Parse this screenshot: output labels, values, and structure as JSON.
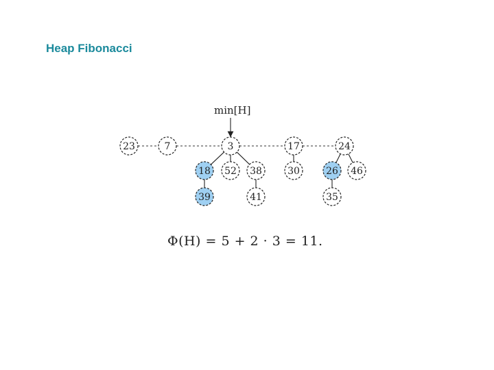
{
  "title": "Heap Fibonacci",
  "pointer_label": "min[H]",
  "formula": "Φ(H) = 5 + 2 · 3 = 11.",
  "colors": {
    "title": "#1b8a9c",
    "marked": "#9fd0f2",
    "unmarked": "#ffffff"
  },
  "roots": [
    "23",
    "7",
    "3",
    "17",
    "24"
  ],
  "nodes": [
    {
      "id": "n23",
      "key": "23",
      "marked": false
    },
    {
      "id": "n7",
      "key": "7",
      "marked": false
    },
    {
      "id": "n3",
      "key": "3",
      "marked": false
    },
    {
      "id": "n17",
      "key": "17",
      "marked": false
    },
    {
      "id": "n24",
      "key": "24",
      "marked": false
    },
    {
      "id": "n18",
      "key": "18",
      "marked": true
    },
    {
      "id": "n52",
      "key": "52",
      "marked": false
    },
    {
      "id": "n38",
      "key": "38",
      "marked": false
    },
    {
      "id": "n30",
      "key": "30",
      "marked": false
    },
    {
      "id": "n26",
      "key": "26",
      "marked": true
    },
    {
      "id": "n46",
      "key": "46",
      "marked": false
    },
    {
      "id": "n39",
      "key": "39",
      "marked": true
    },
    {
      "id": "n41",
      "key": "41",
      "marked": false
    },
    {
      "id": "n35",
      "key": "35",
      "marked": false
    }
  ],
  "edges": [
    [
      "n3",
      "n18"
    ],
    [
      "n3",
      "n52"
    ],
    [
      "n3",
      "n38"
    ],
    [
      "n17",
      "n30"
    ],
    [
      "n24",
      "n26"
    ],
    [
      "n24",
      "n46"
    ],
    [
      "n18",
      "n39"
    ],
    [
      "n38",
      "n41"
    ],
    [
      "n26",
      "n35"
    ]
  ]
}
